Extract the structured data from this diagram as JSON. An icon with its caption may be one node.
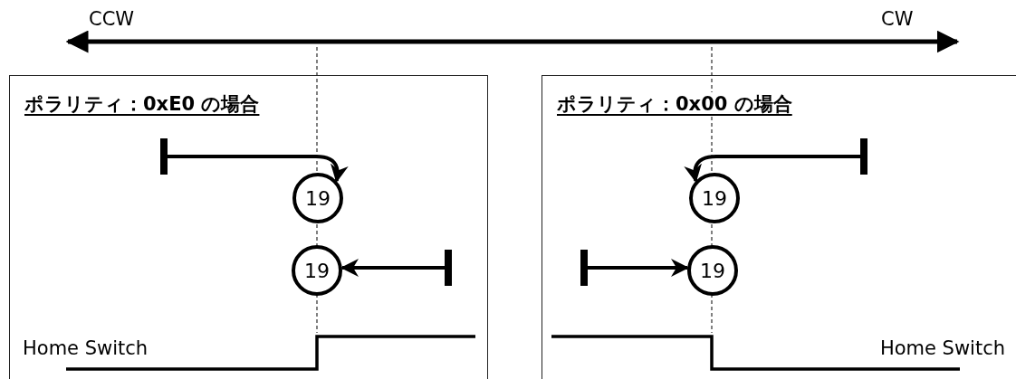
{
  "diagram": {
    "nodes": [
      {
        "text": [
          "ポラリティ：0xE0 の場合"
        ]
      },
      {
        "text": [
          "19"
        ],
        "in": 0
      },
      {
        "text": [
          "19"
        ],
        "in": 0
      },
      {
        "text": [
          "ポラリティ：0x00 の場合"
        ]
      },
      {
        "text": [
          "19"
        ],
        "in": 3
      },
      {
        "text": [
          "19"
        ],
        "in": 3
      }
    ],
    "edges": [
      {
        "from": null,
        "to": 1,
        "arrow": "to"
      },
      {
        "from": null,
        "to": 2,
        "arrow": "to"
      },
      {
        "from": null,
        "to": 4,
        "arrow": "to"
      },
      {
        "from": null,
        "to": 5,
        "arrow": "to"
      }
    ],
    "labels": [
      "CCW",
      "CW",
      "Home Switch",
      "Home Switch"
    ]
  }
}
